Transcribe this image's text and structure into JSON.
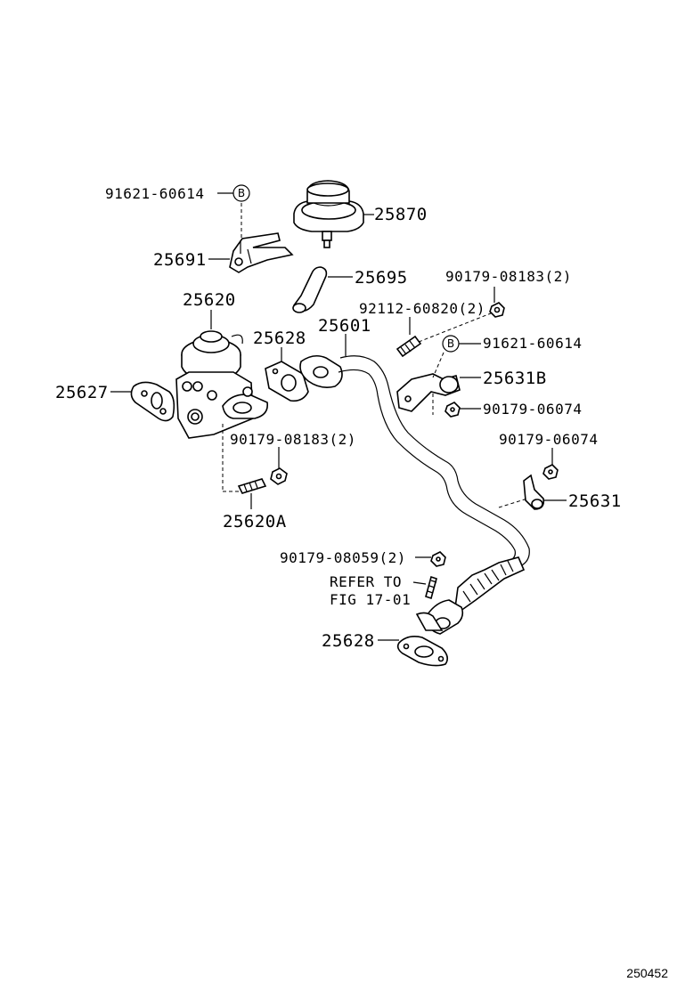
{
  "callouts": {
    "p91621_top": "91621-60614",
    "badge_b1": "B",
    "p25870": "25870",
    "p25691": "25691",
    "p25695": "25695",
    "p90179_08183_top": "90179-08183(2)",
    "p92112": "92112-60820(2)",
    "p25620": "25620",
    "p25601": "25601",
    "p25628_top": "25628",
    "badge_b2": "B",
    "p91621_right": "91621-60614",
    "p25627": "25627",
    "p25631b": "25631B",
    "p90179_06074_a": "90179-06074",
    "p90179_08183_mid": "90179-08183(2)",
    "p90179_06074_b": "90179-06074",
    "p25631": "25631",
    "p25620a": "25620A",
    "p90179_08059": "90179-08059(2)",
    "refer_line1": "REFER TO",
    "refer_line2": "FIG 17-01",
    "p25628_bottom": "25628"
  },
  "footer": {
    "diagram_id": "250452"
  }
}
